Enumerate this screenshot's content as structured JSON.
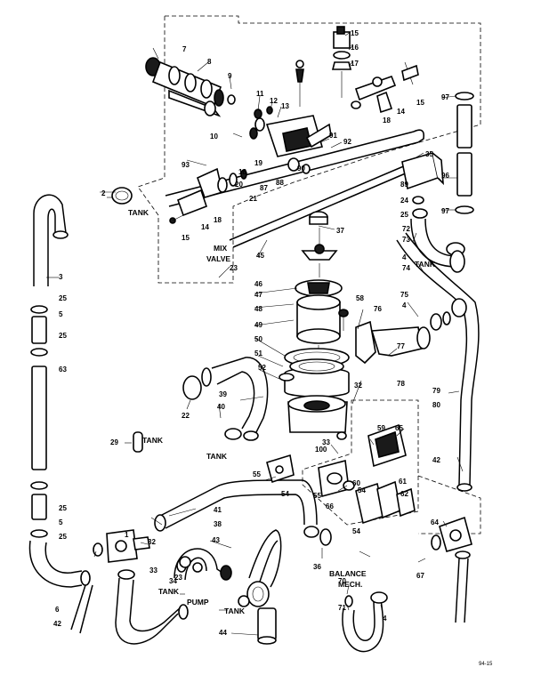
{
  "labels": {
    "n15a": "15",
    "n16a": "16",
    "n17": "17",
    "n7": "7",
    "n8": "8",
    "n9": "9",
    "n11": "11",
    "n12": "12",
    "n13": "13",
    "n15b": "15",
    "n14a": "14",
    "n18a": "18",
    "n97a": "97",
    "n96": "96",
    "n97b": "97",
    "n35": "35",
    "n10": "10",
    "n91": "91",
    "n92": "92",
    "n93": "93",
    "n18b": "18",
    "n19": "19",
    "n20": "20",
    "n21": "21",
    "n87": "87",
    "n88": "88",
    "n90": "90",
    "n89": "89",
    "n24": "24",
    "n25a": "25",
    "n72": "72",
    "n2": "2",
    "n15c": "15",
    "n14b": "14",
    "n18c": "18",
    "n37": "37",
    "n45": "45",
    "n73": "73",
    "n23a": "23",
    "n46": "46",
    "n4a": "4",
    "n74": "74",
    "n3": "3",
    "n47": "47",
    "n48": "48",
    "n25b": "25",
    "n5a": "5",
    "n25c": "25",
    "n63": "63",
    "n58": "58",
    "n75": "75",
    "n76": "76",
    "n4b": "4",
    "n49": "49",
    "n50": "50",
    "n51": "51",
    "n77": "77",
    "n78": "78",
    "n52": "52",
    "n32a": "32",
    "n79": "79",
    "n80": "80",
    "n22": "22",
    "n39": "39",
    "n40": "40",
    "n29": "29",
    "n59": "59",
    "n65": "65",
    "n33": "33",
    "n100": "100",
    "n55a": "55",
    "n60": "60",
    "n61": "61",
    "n54a": "54",
    "n62": "62",
    "n42a": "42",
    "n55b": "55",
    "n54b": "54",
    "n66": "66",
    "n41": "41",
    "n25d": "25",
    "n5b": "5",
    "n38": "38",
    "n25e": "25",
    "n32b": "32",
    "n43": "43",
    "n64": "64",
    "n54c": "54",
    "n36": "36",
    "n67": "67",
    "n33b": "33",
    "n34": "34",
    "n23b": "23",
    "n70": "70",
    "n71": "71",
    "n6": "6",
    "n42b": "42",
    "n4c": "4",
    "n44": "44",
    "n1": "1"
  },
  "text": {
    "tank1": "TANK",
    "mix": "MIX",
    "valve": "VALVE",
    "tank2": "TANK",
    "tank3": "TANK",
    "tank4": "TANK",
    "tank5": "TANK",
    "tank_pump": "TANK",
    "pump": "PUMP",
    "tank6": "TANK",
    "balance": "BALANCE",
    "mech": "MECH.",
    "footer_code": "94-15"
  }
}
